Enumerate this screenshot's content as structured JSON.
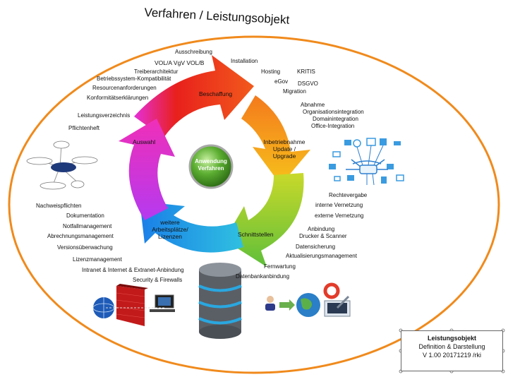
{
  "title": "Verfahren / Leistungsobjekt",
  "center": {
    "line1": "Anwendung",
    "line2": "Verfahren"
  },
  "segments": {
    "beschaffung": "Beschaffung",
    "inbetriebnahme": [
      "Inbetriebnahme",
      "Update /",
      "Upgrade"
    ],
    "schnittstellen": "Schnittstellen",
    "weitere": [
      "weitere",
      "Arbeitsplätze/",
      "Lizenzen"
    ],
    "auswahl": "Auswahl"
  },
  "labels": {
    "ausschreibung": "Ausschreibung",
    "vol": "VOL/A VgV VOL/B",
    "treiber": "Treiberarchitektur",
    "betriebssystem": "Betriebssystem-Kompatibilität",
    "resourcen": "Resourcenanforderungen",
    "konformitaet": "Konformitätserklärungen",
    "leistungsverzeichnis": "Leistungsverzeichnis",
    "pflichtenheft": "Pflichtenheft",
    "installation": "Installation",
    "hosting": "Hosting",
    "kritis": "KRITIS",
    "egov": "eGov",
    "dsgvo": "DSGVO",
    "migration": "Migration",
    "abnahme": "Abnahme",
    "organisationsintegration": "Organisationsintegration",
    "domainintegration": "Domainintegration",
    "officeintegration": "Office-Integration",
    "rechtevergabe": "Rechtevergabe",
    "interne_vernetzung": "interne Vernetzung",
    "externe_vernetzung": "externe Vernetzung",
    "anbindung": "Anbindung",
    "drucker": "Drucker & Scanner",
    "datensicherung": "Datensicherung",
    "aktualisierung": "Aktualisierungsmanagement",
    "fernwartung": "Fernwartung",
    "datenbank": "Datenbankanbindung",
    "nachweispflichten": "Nachweispflichten",
    "dokumentation": "Dokumentation",
    "notfall": "Notfallmanagement",
    "abrechnung": "Abrechnungsmanagement",
    "versions": "Versionsüberwachung",
    "lizenz": "Lizenzmanagement",
    "intranet": "Intranet & Internet & Extranet-Anbindung",
    "security": "Security & Firewalls"
  },
  "infobox": {
    "title": "Leistungsobjekt",
    "subtitle": "Definition & Darstellung",
    "version": "V 1.00 20171219 /rki"
  },
  "colors": {
    "ellipse": "#f08a1c",
    "red": "#e8201c",
    "orange": "#f7a81b",
    "green": "#7ac943",
    "blue": "#1aa3e8",
    "magenta": "#e52fd8",
    "center": "#4a9d2a"
  }
}
